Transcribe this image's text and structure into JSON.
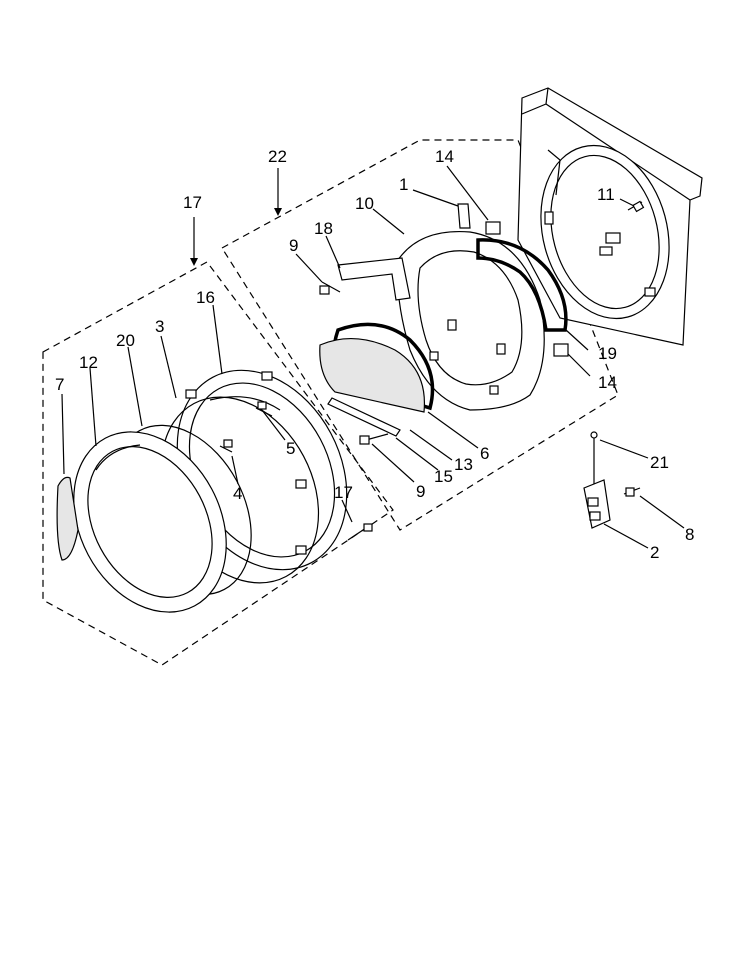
{
  "callouts": [
    {
      "id": "c1",
      "text": "1"
    },
    {
      "id": "c2",
      "text": "2"
    },
    {
      "id": "c3",
      "text": "3"
    },
    {
      "id": "c4",
      "text": "4"
    },
    {
      "id": "c5",
      "text": "5"
    },
    {
      "id": "c6",
      "text": "6"
    },
    {
      "id": "c7",
      "text": "7"
    },
    {
      "id": "c8",
      "text": "8"
    },
    {
      "id": "c9a",
      "text": "9"
    },
    {
      "id": "c9b",
      "text": "9"
    },
    {
      "id": "c10",
      "text": "10"
    },
    {
      "id": "c11",
      "text": "11"
    },
    {
      "id": "c12",
      "text": "12"
    },
    {
      "id": "c13",
      "text": "13"
    },
    {
      "id": "c14a",
      "text": "14"
    },
    {
      "id": "c14b",
      "text": "14"
    },
    {
      "id": "c15",
      "text": "15"
    },
    {
      "id": "c16",
      "text": "16"
    },
    {
      "id": "c17a",
      "text": "17"
    },
    {
      "id": "c17b",
      "text": "17"
    },
    {
      "id": "c18",
      "text": "18"
    },
    {
      "id": "c19",
      "text": "19"
    },
    {
      "id": "c20",
      "text": "20"
    },
    {
      "id": "c21",
      "text": "21"
    },
    {
      "id": "c22",
      "text": "22"
    }
  ]
}
